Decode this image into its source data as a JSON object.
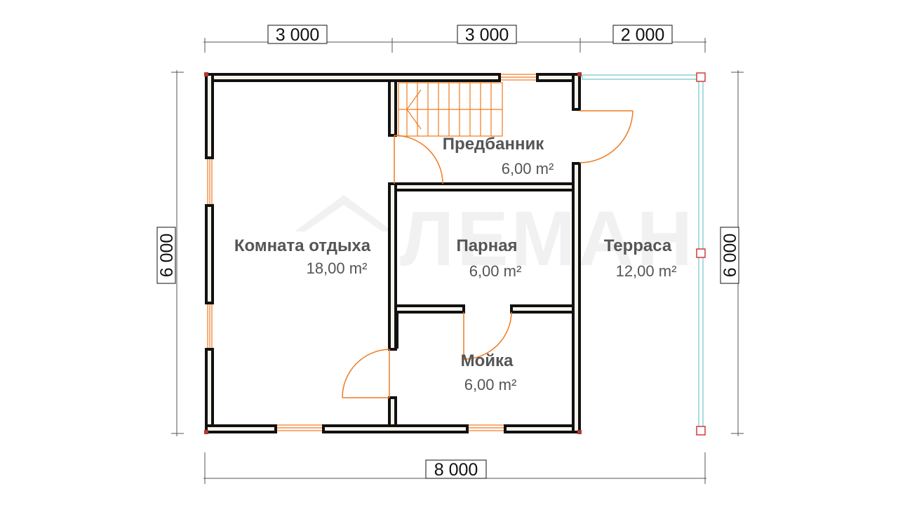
{
  "watermark": {
    "text": "ЛЕМАН"
  },
  "dimensions": {
    "top": [
      "3 000",
      "3 000",
      "2 000"
    ],
    "bottom": "8 000",
    "left": "6 000",
    "right": "6 000"
  },
  "rooms": [
    {
      "id": "rest-room",
      "name": "Комната отдыха",
      "area": "18,00 m²"
    },
    {
      "id": "predbannik",
      "name": "Предбанник",
      "area": "6,00 m²"
    },
    {
      "id": "parnaya",
      "name": "Парная",
      "area": "6,00 m²"
    },
    {
      "id": "moika",
      "name": "Мойка",
      "area": "6,00 m²"
    },
    {
      "id": "terrasa",
      "name": "Терраса",
      "area": "12,00 m²"
    }
  ],
  "colors": {
    "wall_fill": "#f6f3ea",
    "wall_stroke": "#111111",
    "door": "#f07a1e",
    "window": "#f07a1e",
    "terrace_rail": "#8fd0d2",
    "post": "#d23a3a",
    "dimension_line": "#555555"
  }
}
